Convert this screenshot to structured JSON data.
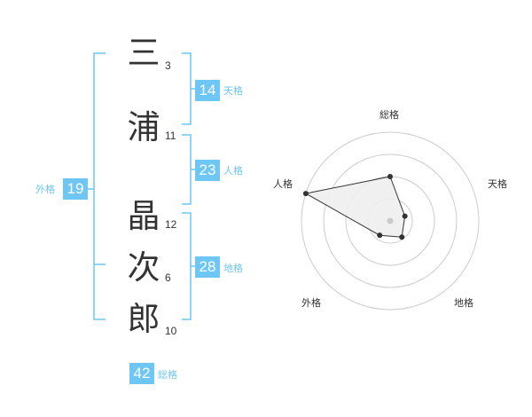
{
  "name_chars": [
    {
      "char": "三",
      "strokes": "3"
    },
    {
      "char": "浦",
      "strokes": "11"
    },
    {
      "char": "晶",
      "strokes": "12"
    },
    {
      "char": "次",
      "strokes": "6"
    },
    {
      "char": "郎",
      "strokes": "10"
    }
  ],
  "fortunes": {
    "tenkaku": {
      "value": "14",
      "label": "天格"
    },
    "jinkaku": {
      "value": "23",
      "label": "人格"
    },
    "chikaku": {
      "value": "28",
      "label": "地格"
    },
    "gaikaku": {
      "value": "19",
      "label": "外格"
    },
    "soukaku": {
      "value": "42",
      "label": "総格"
    }
  },
  "radar": {
    "axes": [
      "総格",
      "天格",
      "地格",
      "外格",
      "人格"
    ],
    "levels": 4,
    "values": [
      2,
      0.7,
      0.9,
      0.8,
      4
    ],
    "max": 4,
    "colors": {
      "bracket": "#6ec6f5",
      "grid": "#cccccc",
      "polygon_fill": "#eeeeee",
      "polygon_stroke": "#333333",
      "point": "#333333",
      "center": "#cccccc"
    }
  }
}
